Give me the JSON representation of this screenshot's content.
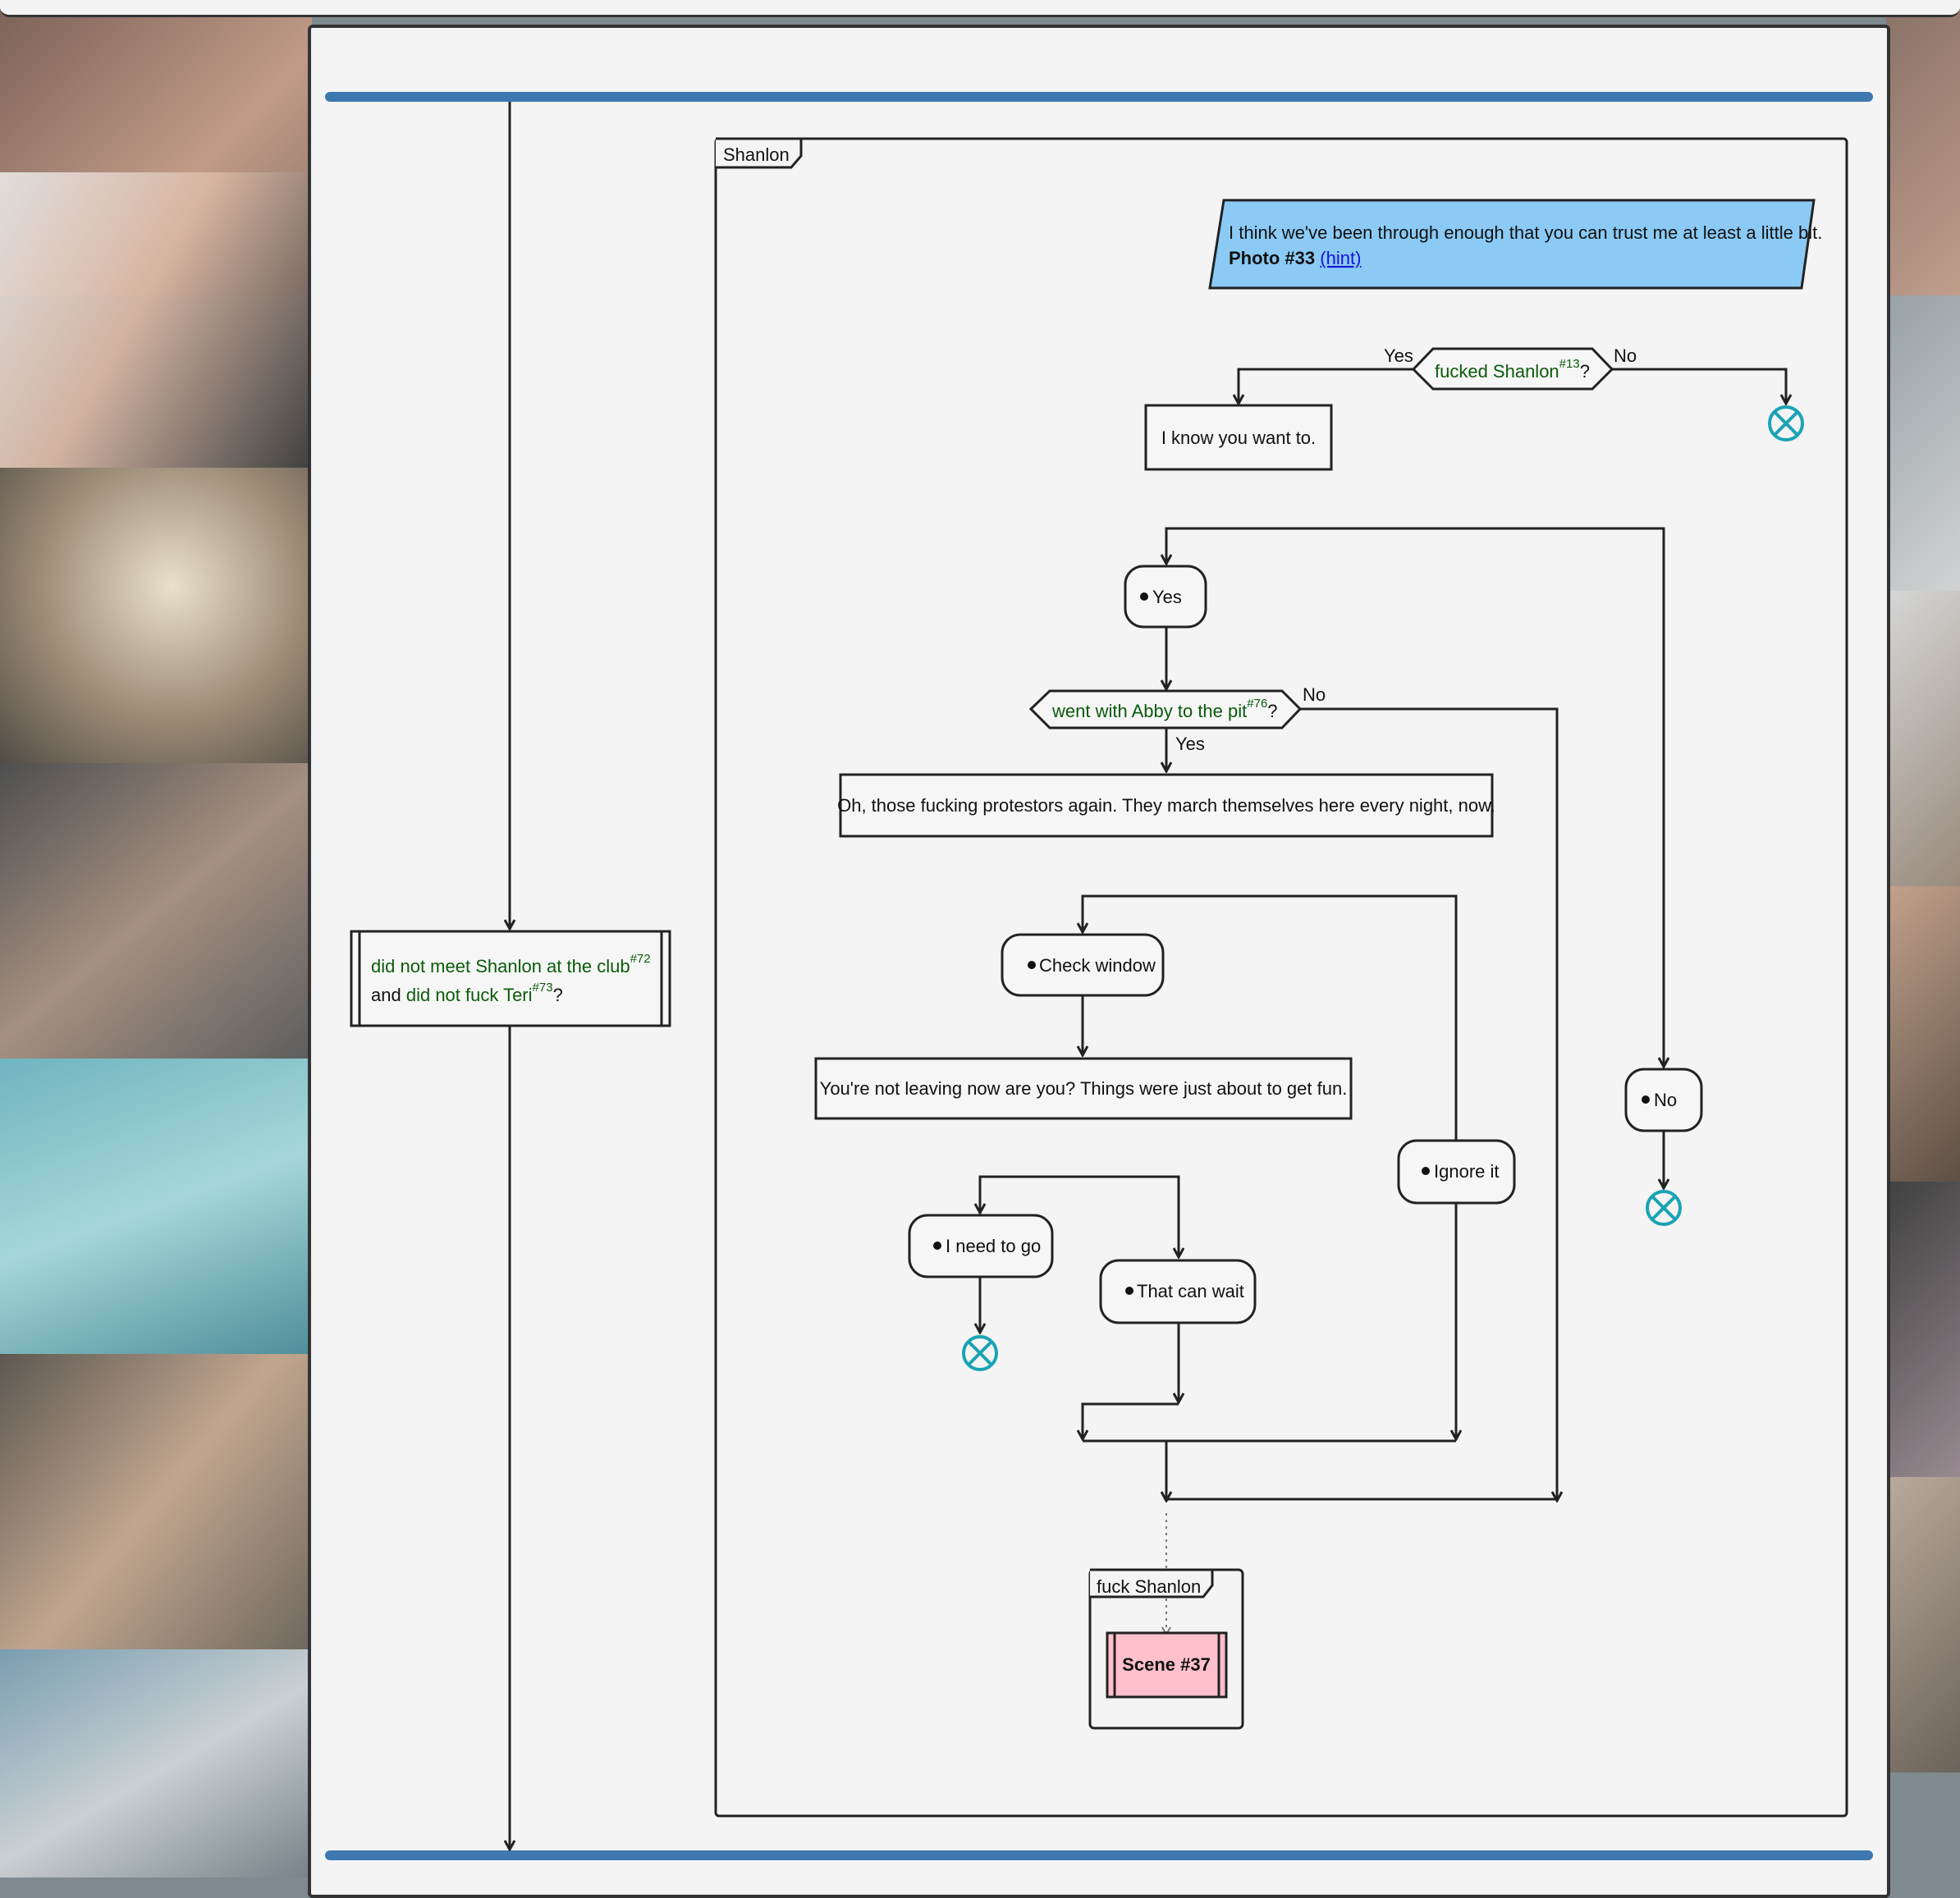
{
  "background_images": "decorative photo strips on left and right sides",
  "swimlane": {
    "title": "Shanlon"
  },
  "group": {
    "title": "fuck Shanlon"
  },
  "note": {
    "text": "I think we've been through enough that you can trust me at least a little bit.",
    "photo": "Photo #33",
    "hint": "(hint)"
  },
  "condition_left": {
    "part1": "did not meet Shanlon at the club",
    "sup1": "#72",
    "and": "and",
    "part2": "did not fuck Teri",
    "sup2": "#73",
    "q": "?"
  },
  "decision1": {
    "text": "fucked Shanlon",
    "sup": "#13",
    "q": "?",
    "yes": "Yes",
    "no": "No"
  },
  "line1": "I know you want to.",
  "choice_yes": "Yes",
  "choice_no": "No",
  "decision2": {
    "text": "went with Abby to the pit",
    "sup": "#76",
    "q": "?",
    "yes": "Yes",
    "no": "No"
  },
  "line2": "Oh, those fucking protestors again. They march themselves here every night, now.",
  "choice_check": "Check window",
  "line3": "You're not leaving now are you? Things were just about to get fun.",
  "choice_ignore": "Ignore it",
  "choice_go": "I need to go",
  "choice_wait": "That can wait",
  "scene": "Scene #37",
  "colors": {
    "note_fill": "#8bcaf5",
    "scene_fill": "#ffc0cb",
    "bar": "#3d78b0",
    "end_icon": "#1aa3b5",
    "condition_text": "#0b5b0b"
  }
}
